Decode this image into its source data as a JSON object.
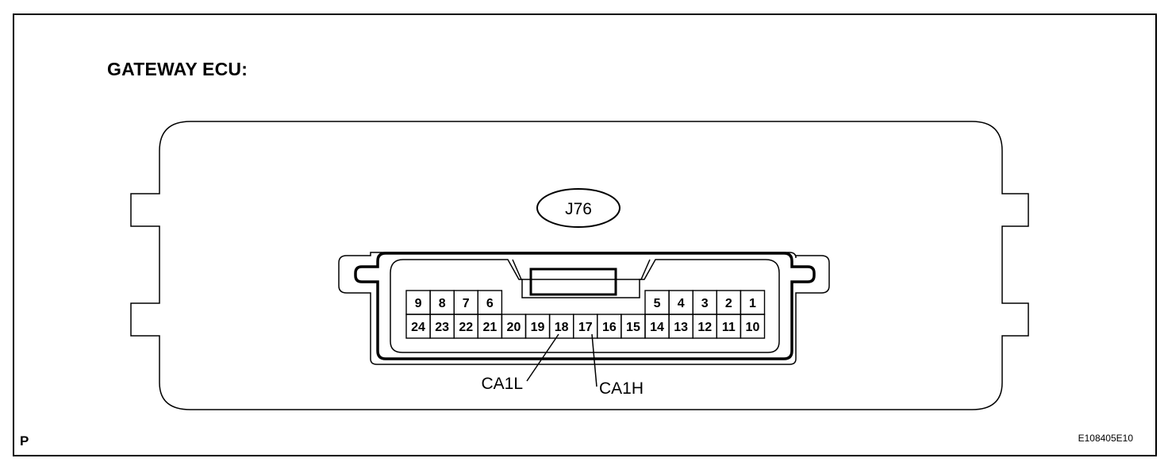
{
  "title": "GATEWAY ECU:",
  "corner_letter": "P",
  "figure_id": "E108405E10",
  "connector": {
    "label": "J76",
    "top_row": {
      "left": [
        "9",
        "8",
        "7",
        "6"
      ],
      "right": [
        "5",
        "4",
        "3",
        "2",
        "1"
      ]
    },
    "bottom_row": [
      "24",
      "23",
      "22",
      "21",
      "20",
      "19",
      "18",
      "17",
      "16",
      "15",
      "14",
      "13",
      "12",
      "11",
      "10"
    ]
  },
  "signals": [
    {
      "name": "CA1L",
      "pin": "18"
    },
    {
      "name": "CA1H",
      "pin": "17"
    }
  ]
}
